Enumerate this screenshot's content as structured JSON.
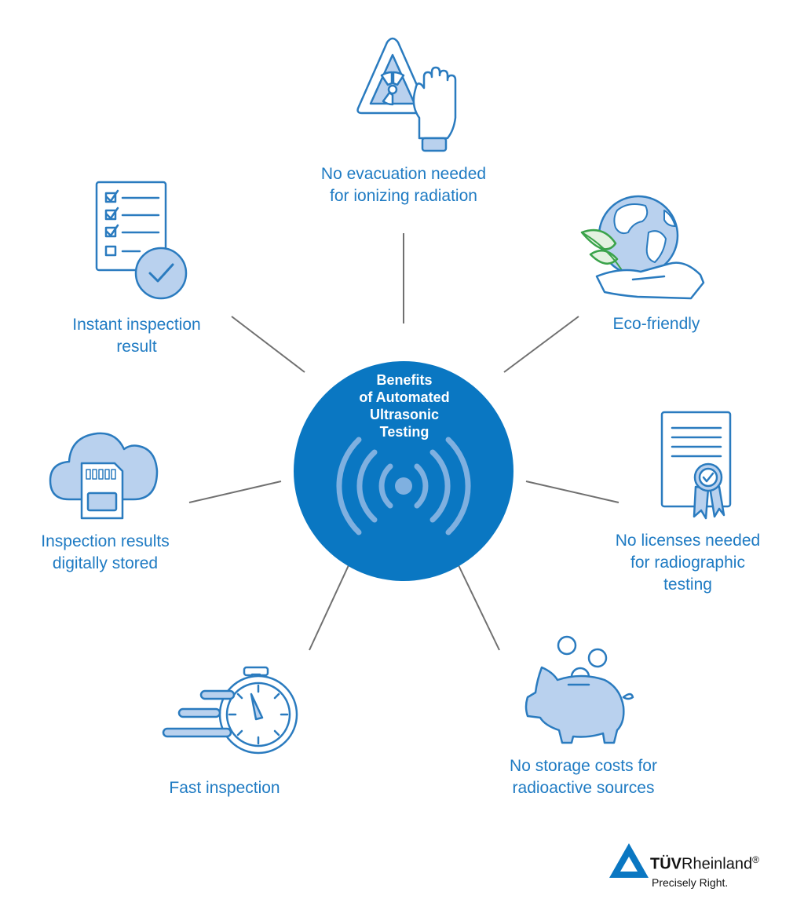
{
  "center": {
    "title_lines": [
      "Benefits",
      "of Automated",
      "Ultrasonic",
      "Testing"
    ]
  },
  "benefits": {
    "no_evacuation": {
      "lines": [
        "No evacuation needed",
        "for ionizing radiation"
      ],
      "icon": "radiation-hand-icon"
    },
    "eco_friendly": {
      "lines": [
        "Eco-friendly"
      ],
      "icon": "globe-hand-leaf-icon"
    },
    "no_licenses": {
      "lines": [
        "No licenses needed",
        "for radiographic",
        "testing"
      ],
      "icon": "certificate-icon"
    },
    "no_storage": {
      "lines": [
        "No storage costs for",
        "radioactive sources"
      ],
      "icon": "piggy-bank-icon"
    },
    "fast_inspection": {
      "lines": [
        "Fast inspection"
      ],
      "icon": "stopwatch-icon"
    },
    "digitally_stored": {
      "lines": [
        "Inspection results",
        "digitally stored"
      ],
      "icon": "cloud-sd-card-icon"
    },
    "instant_result": {
      "lines": [
        "Instant inspection",
        "result"
      ],
      "icon": "checklist-icon"
    }
  },
  "logo": {
    "brand_bold": "TÜV",
    "brand_rest": "Rheinland",
    "registered": "®",
    "tagline": "Precisely Right."
  },
  "colors": {
    "primary_blue": "#0a77c2",
    "line_blue": "#2a7bbf",
    "fill_light_blue": "#b9d1ee",
    "connector_gray": "#707070",
    "leaf_green": "#3aa34a"
  }
}
